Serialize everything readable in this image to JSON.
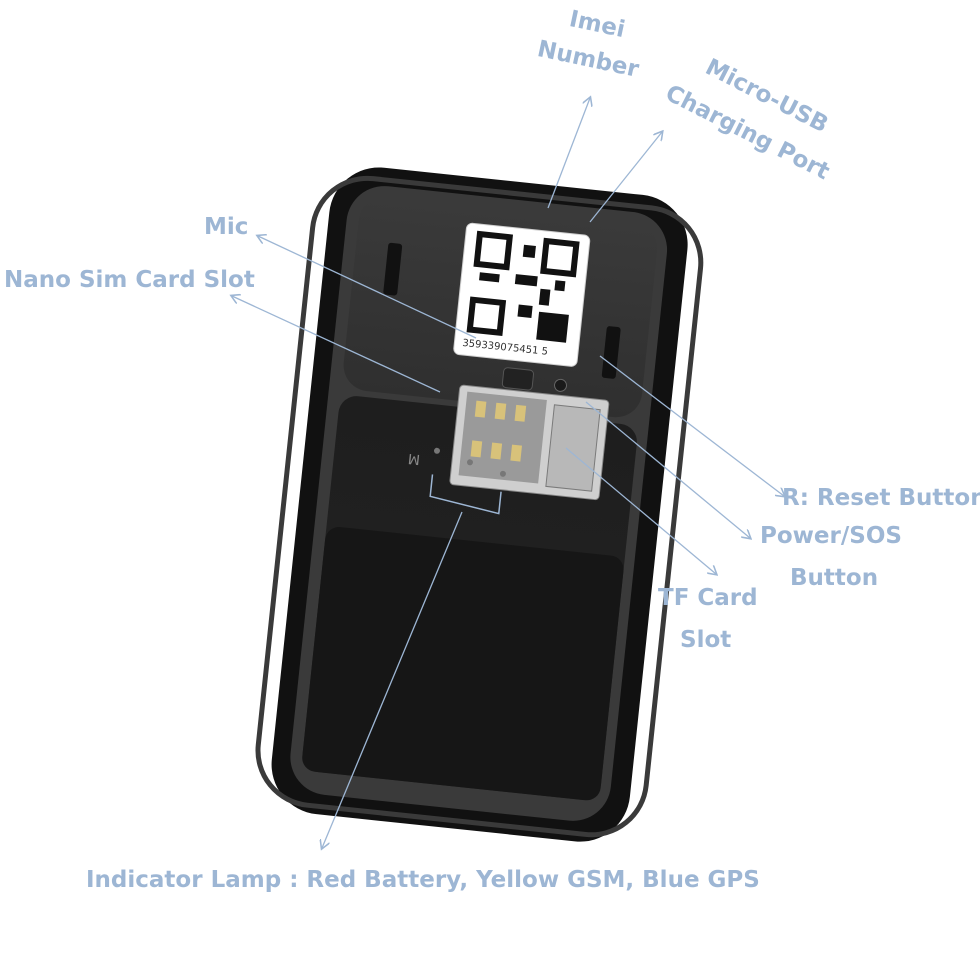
{
  "labels": {
    "imei_line1": "Imei",
    "imei_line2": "Number",
    "usb_line1": "Micro-USB",
    "usb_line2": "Charging Port",
    "mic": "Mic",
    "sim": "Nano Sim Card Slot",
    "reset": "R: Reset Button",
    "power_line1": "Power/SOS",
    "power_line2": "Button",
    "tf_line1": "TF Card",
    "tf_line2": "Slot",
    "indicator": "Indicator Lamp : Red Battery, Yellow GSM, Blue GPS"
  },
  "device": {
    "imei_code": "359339075451 5",
    "led_letters": "M",
    "body_color": "#151515",
    "panel_color": "#2b2b2b",
    "label_color": "#9db6d4"
  }
}
